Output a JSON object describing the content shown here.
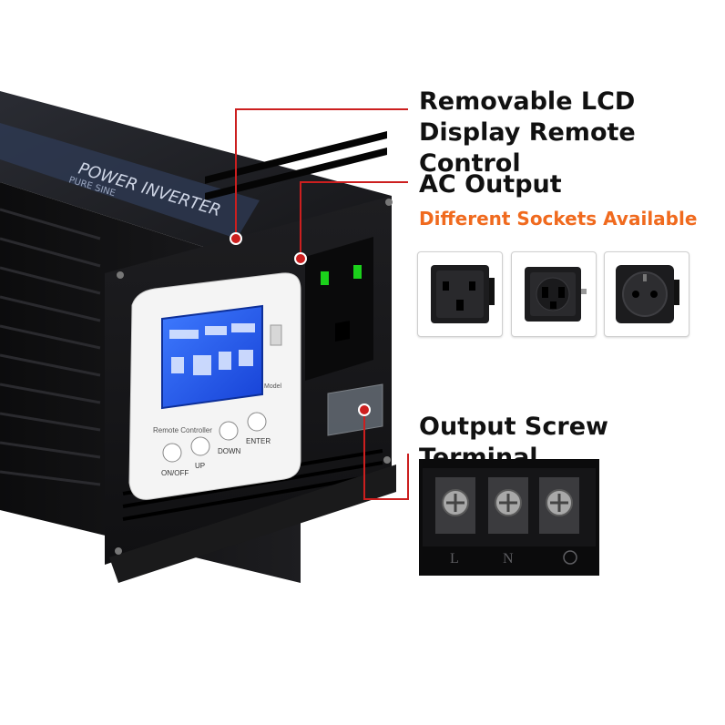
{
  "callouts": {
    "lcd_line1": "Removable LCD",
    "lcd_line2": "Display Remote Control",
    "ac_output": "AC Output",
    "ac_output_sub": "Different Sockets Available",
    "terminal": "Output Screw Terminal"
  },
  "device": {
    "top_label_main": "POWER INVERTER",
    "top_label_sub": "PURE SINE",
    "remote_label": "Remote Controller",
    "model_label": "Model",
    "buttons": [
      "ON/OFF",
      "UP",
      "DOWN",
      "ENTER"
    ]
  },
  "terminal_labels": [
    "L",
    "N"
  ],
  "colors": {
    "callout_red": "#cc1f1f",
    "subtitle_orange": "#f06a1e",
    "lcd_blue": "#1e5bff",
    "housing": "#1b1b1d"
  }
}
